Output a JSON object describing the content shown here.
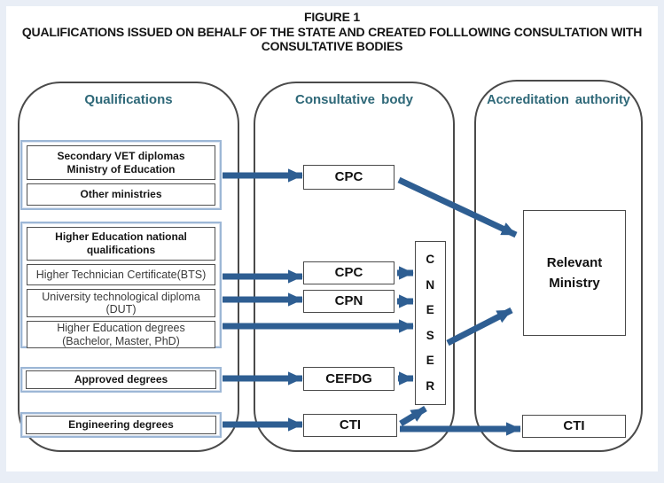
{
  "title": {
    "figure_number": "FIGURE 1",
    "caption_line1": "QUALIFICATIONS ISSUED ON BEHALF OF THE STATE AND CREATED FOLLLOWING CONSULTATION WITH",
    "caption_line2": "CONSULTATIVE BODIES"
  },
  "headings": {
    "qualifications": "Qualifications",
    "consultative_body": "Consultative body",
    "accreditation_authority": "Accreditation authority"
  },
  "qualifications": {
    "secondary_vet": "Secondary VET diplomas\nMinistry of Education",
    "other_ministries": "Other ministries",
    "higher_ed_national": "Higher Education national\nqualifications",
    "bts": "Higher Technician Certificate(BTS)",
    "dut": "University technological diploma\n(DUT)",
    "higher_ed_degrees": "Higher Education degrees\n(Bachelor, Master, PhD)",
    "approved_degrees": "Approved degrees",
    "engineering_degrees": "Engineering degrees"
  },
  "consultative": {
    "cpc_top": "CPC",
    "cpc_mid": "CPC",
    "cpn": "CPN",
    "cneser": "C\nN\nE\nS\nE\nR",
    "cefdg": "CEFDG",
    "cti": "CTI"
  },
  "accreditation": {
    "relevant_ministry": "Relevant\nMinistry",
    "cti": "CTI"
  },
  "colors": {
    "arrow_blue": "#2e5e92",
    "heading_teal": "#2e6878",
    "group_border_blue": "#9db7d6",
    "column_border_gray": "#4a4a4a",
    "page_margin_blue": "#e9eef6"
  }
}
